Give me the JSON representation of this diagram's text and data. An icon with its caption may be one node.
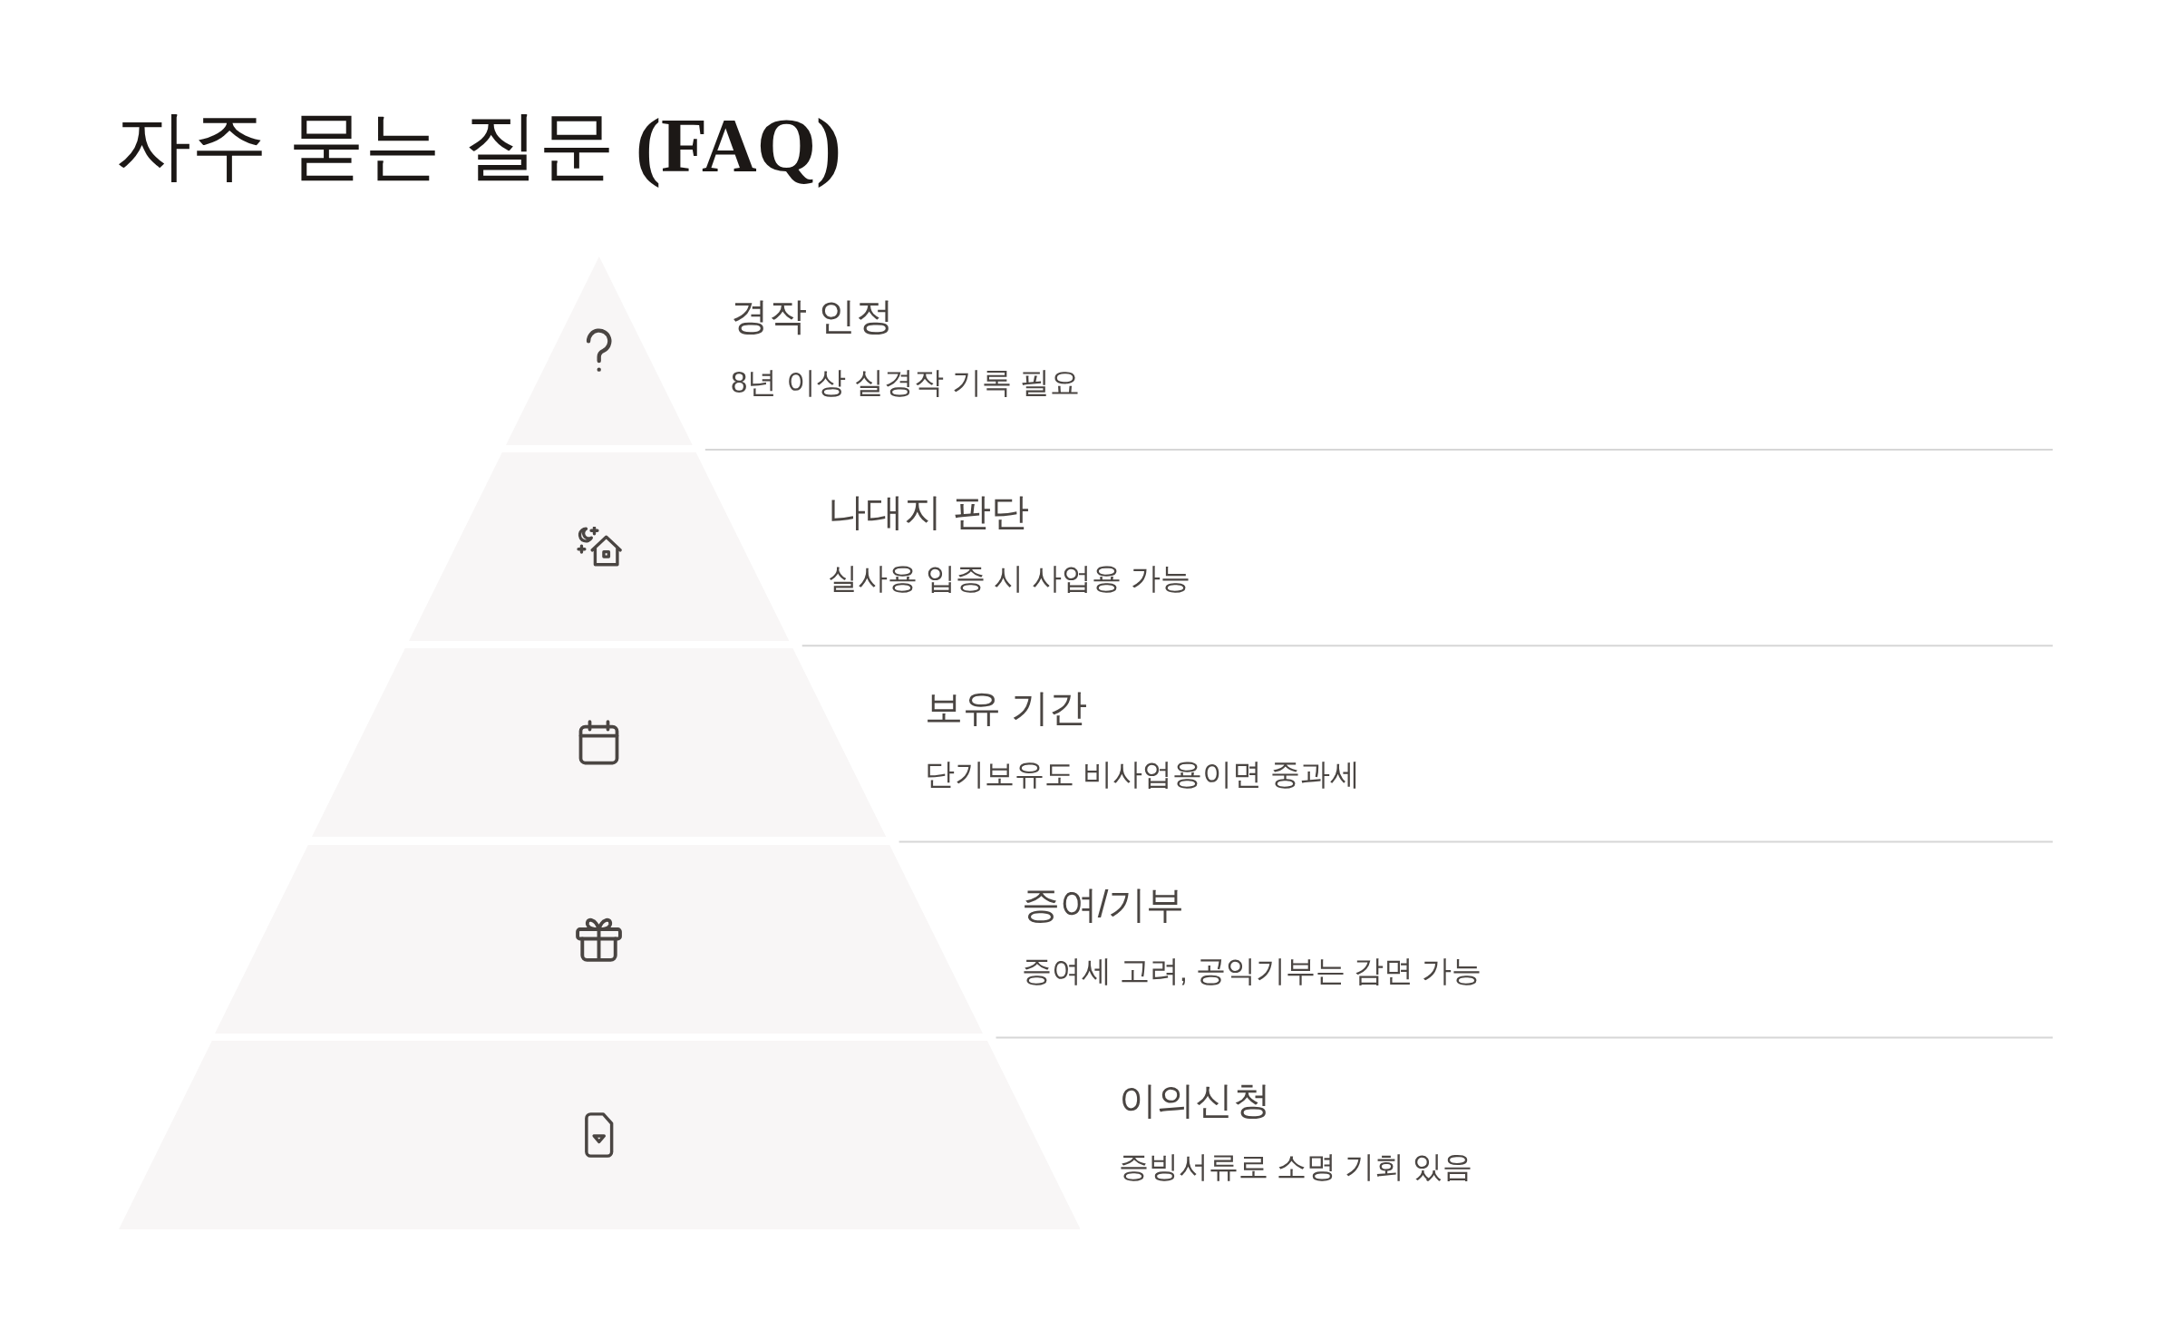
{
  "diagram": {
    "title": "자주 묻는 질문 **(FAQ)**",
    "nodes": [
      {
        "text": [
          "경작 인정",
          "8년 이상 실경작 기록 필요"
        ]
      },
      {
        "text": [
          "나대지 판단",
          "실사용 입증 시 사업용 가능"
        ]
      },
      {
        "text": [
          "보유 기간",
          "단기보유도 비사업용이면 중과세"
        ]
      },
      {
        "text": [
          "증여/기부",
          "증여세 고려, 공익기부는 감면 가능"
        ]
      },
      {
        "text": [
          "이의신청",
          "증빙서류로 소명 기회 있음"
        ]
      }
    ]
  }
}
